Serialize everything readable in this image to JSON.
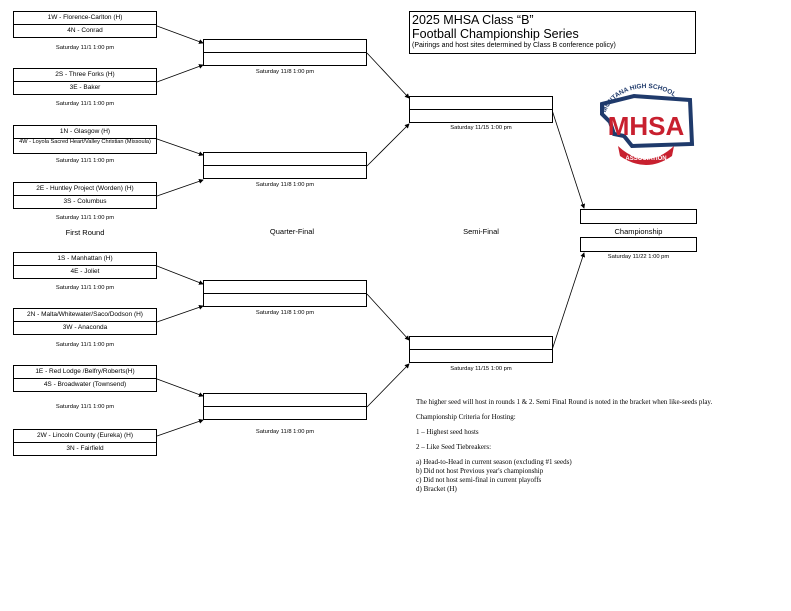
{
  "title": {
    "line1": "2025 MHSA Class “B”",
    "line2": "Football Championship Series",
    "line3": "(Pairings and host sites determined by Class B conference policy)"
  },
  "logo": {
    "arc_text": "MONTANA HIGH SCHOOL",
    "main_text": "MHSA",
    "bottom_text": "ASSOCIATION",
    "colors": {
      "navy": "#1f3a6b",
      "red": "#c8202f"
    }
  },
  "round_labels": {
    "first": "First Round",
    "quarter": "Quarter-Final",
    "semi": "Semi-Final",
    "championship": "Championship"
  },
  "first_round": [
    {
      "top": "1W - Florence-Carlton (H)",
      "bottom": "4N - Conrad",
      "date": "Saturday 11/1  1:00 pm"
    },
    {
      "top": "2S  - Three Forks (H)",
      "bottom": "3E - Baker",
      "date": "Saturday 11/1  1:00 pm"
    },
    {
      "top": "1N - Glasgow  (H)",
      "bottom": "4W - Loyola Sacred Heart/Valley Christian (Missoula)",
      "date": "Saturday 11/1  1:00 pm"
    },
    {
      "top": "2E - Huntley Project (Worden) (H)",
      "bottom": "3S - Columbus",
      "date": "Saturday 11/1  1:00 pm"
    },
    {
      "top": "1S - Manhattan (H)",
      "bottom": "4E - Joliet",
      "date": "Saturday 11/1  1:00 pm"
    },
    {
      "top": "2N - Malta/Whitewater/Saco/Dodson  (H)",
      "bottom": "3W - Anaconda",
      "date": "Saturday 11/1  1:00 pm"
    },
    {
      "top": "1E - Red Lodge /Belfry/Roberts(H)",
      "bottom": "4S - Broadwater (Townsend)",
      "date": "Saturday 11/1  1:00 pm"
    },
    {
      "top": "2W - Lincoln County (Eureka) (H)",
      "bottom": "3N - Fairfield",
      "date": "Saturday 11/1  1:00 pm"
    }
  ],
  "quarter_final_dates": [
    "Saturday 11/8 1:00 pm",
    "Saturday 11/8 1:00 pm",
    "Saturday 11/8 1:00 pm",
    "Saturday 11/8 1:00 pm"
  ],
  "semi_final_dates": [
    "Saturday 11/15  1:00 pm",
    "Saturday 11/15  1:00 pm"
  ],
  "championship_date": "Saturday 11/22  1:00 pm",
  "notes": {
    "host_rule": "The higher seed will host in rounds 1 & 2.   Semi Final Round is noted in the bracket when like-seeds play.",
    "criteria_heading": "Championship Criteria for Hosting:",
    "criterion_1": "1 – Highest seed hosts",
    "criterion_2": "2 – Like Seed Tiebreakers:",
    "tiebreakers": [
      "a)  Head-to-Head in current season (excluding #1 seeds)",
      "b)  Did not host Previous year's championship",
      "c)  Did not host semi-final in current playoffs",
      "d)  Bracket (H)"
    ]
  }
}
